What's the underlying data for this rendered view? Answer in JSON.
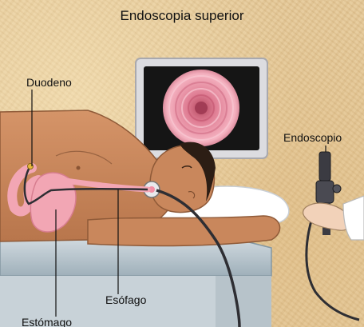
{
  "title": "Endoscopia superior",
  "labels": {
    "duodeno": "Duodeno",
    "endoscopio": "Endoscopio",
    "esofago": "Esófago",
    "estomago": "Estómago"
  },
  "colors": {
    "background": "#e5c896",
    "skin": "#c9875c",
    "organ": "#f2a6b4",
    "monitor_frame": "#d9d9dc",
    "screen": "#151515",
    "table": "#b9c6ce",
    "pillow": "#ffffff"
  }
}
